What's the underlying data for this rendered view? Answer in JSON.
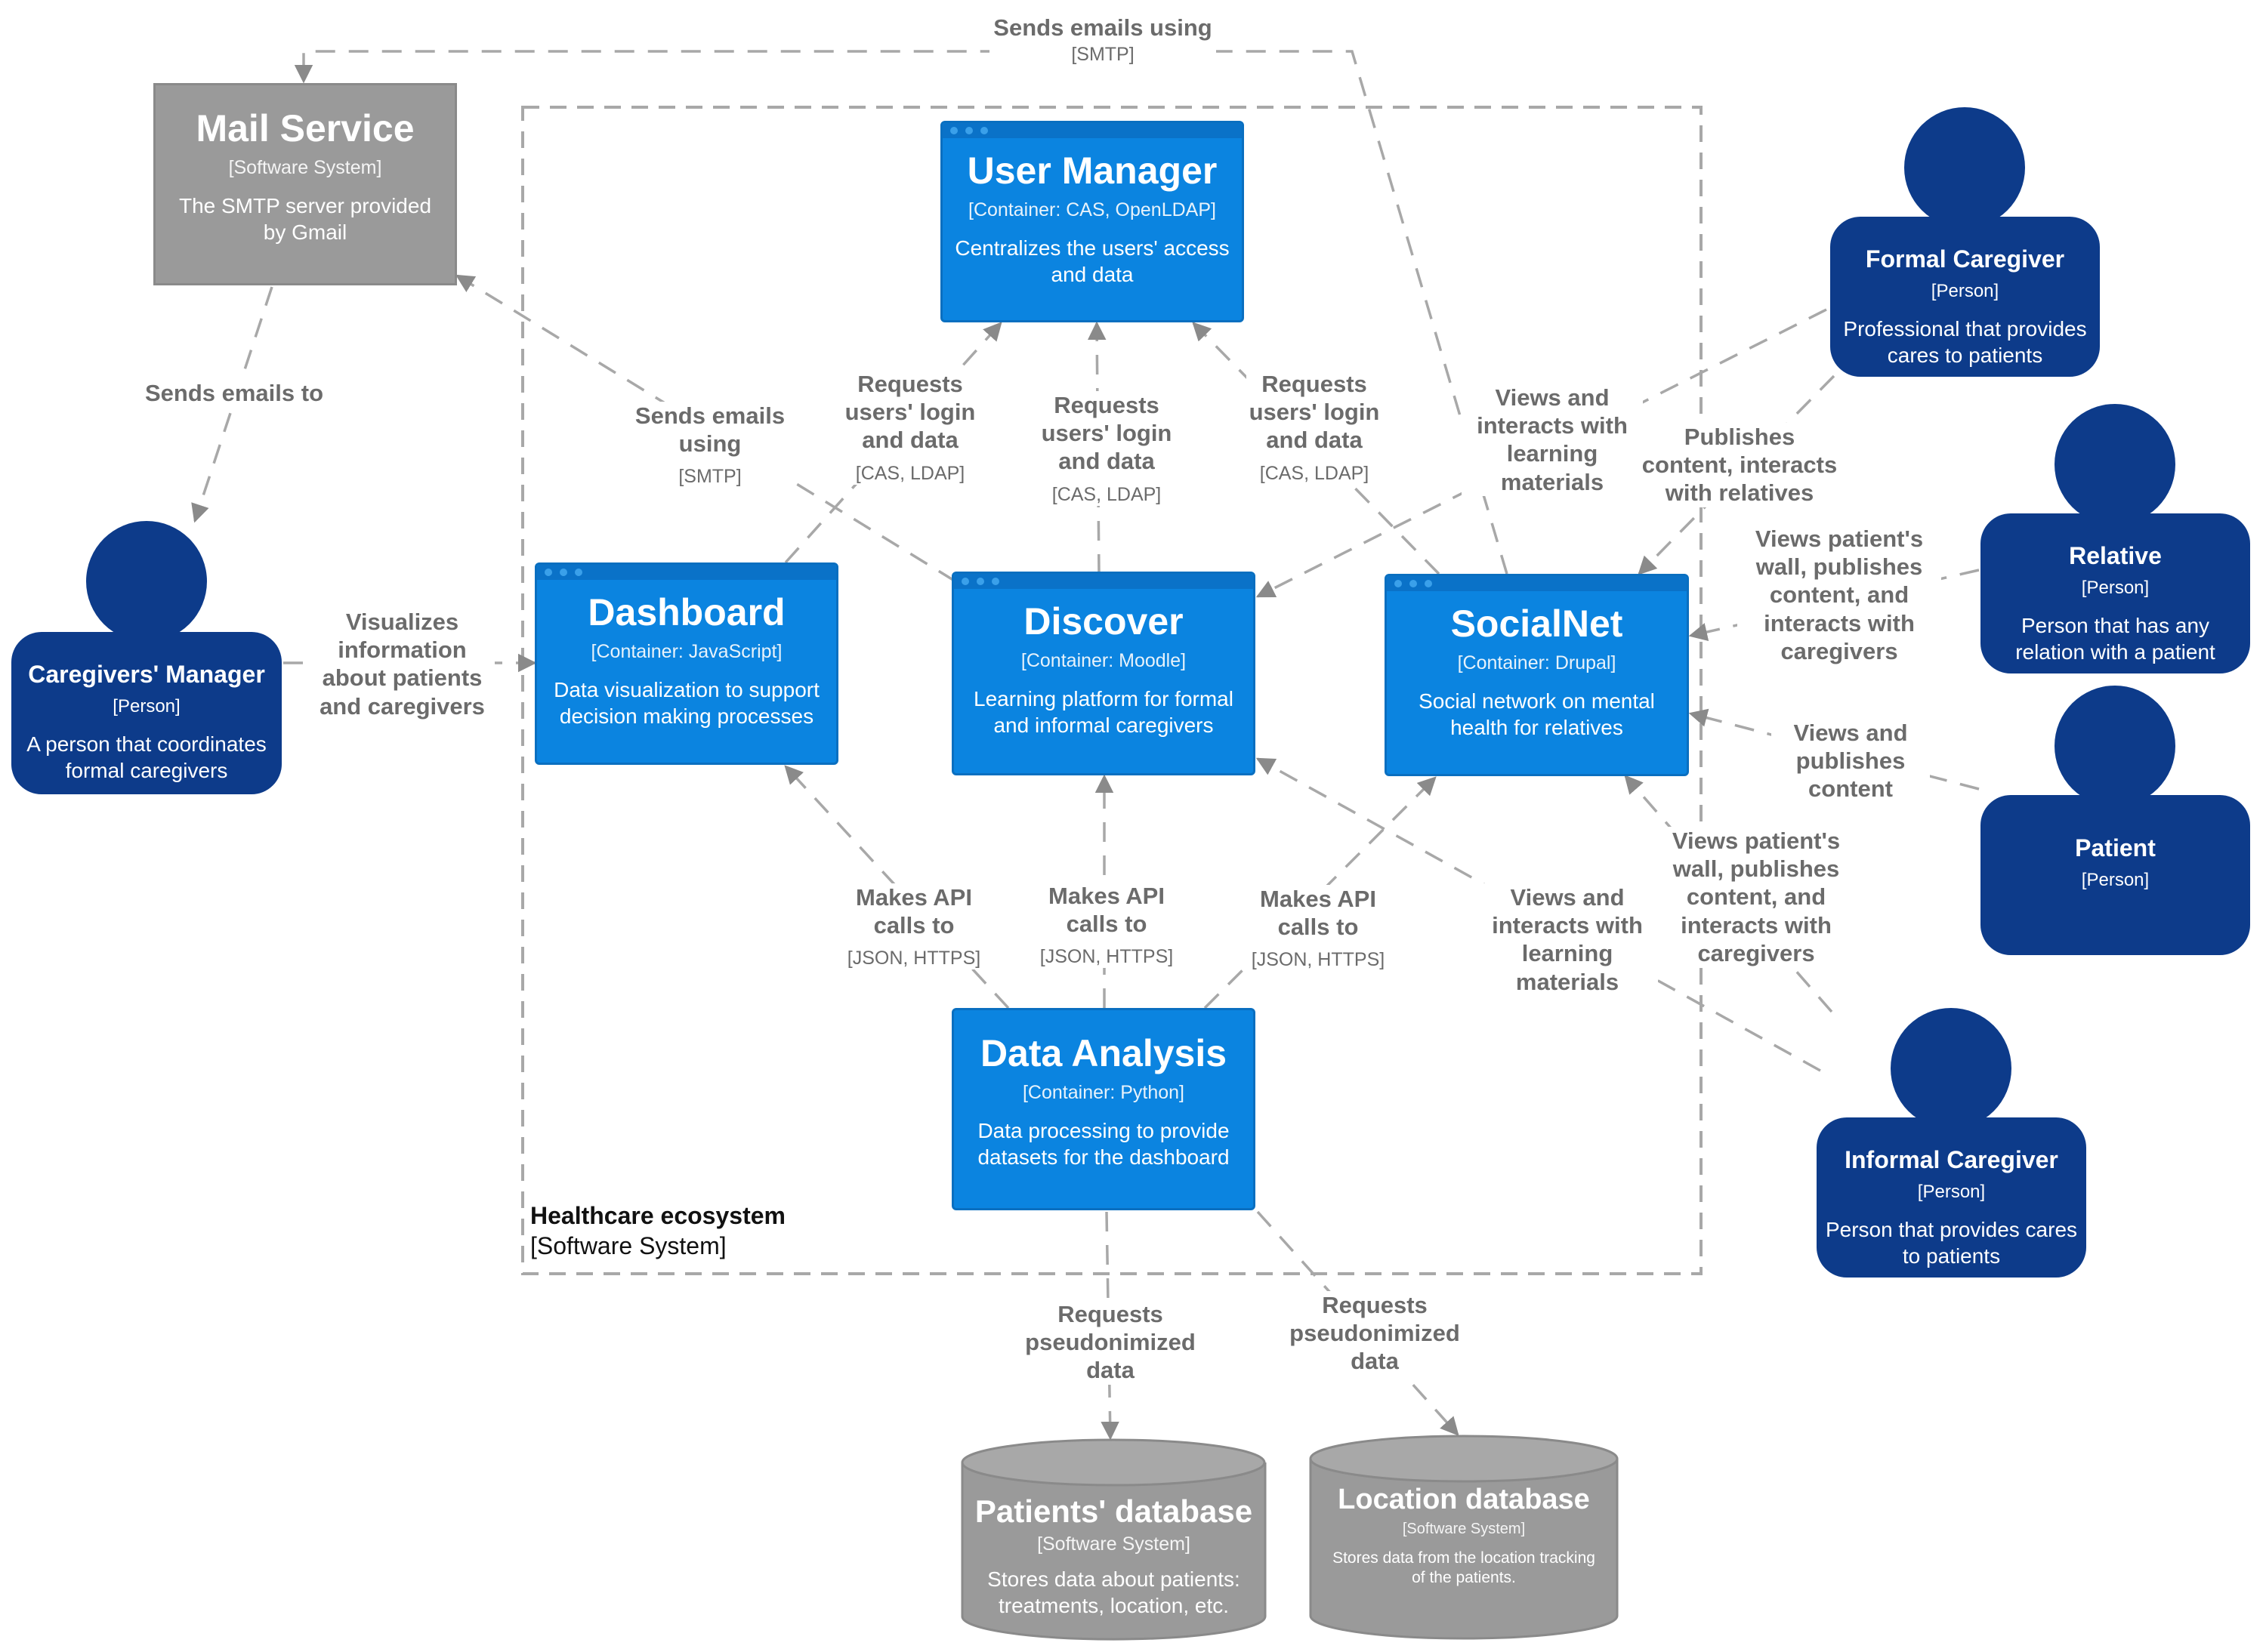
{
  "colors": {
    "container": "#0b84e0",
    "person": "#0d3b8a",
    "external": "#9a9a9a",
    "line": "#a8a8a8",
    "label": "#6b6b6b"
  },
  "boundary": {
    "name": "Healthcare ecosystem",
    "type": "[Software System]"
  },
  "mail_service": {
    "name": "Mail Service",
    "type": "[Software System]",
    "desc": "The SMTP server provided by Gmail"
  },
  "containers": {
    "user_manager": {
      "name": "User Manager",
      "type": "[Container: CAS, OpenLDAP]",
      "desc": "Centralizes the users' access and data"
    },
    "dashboard": {
      "name": "Dashboard",
      "type": "[Container: JavaScript]",
      "desc": "Data visualization to support decision making processes"
    },
    "discover": {
      "name": "Discover",
      "type": "[Container: Moodle]",
      "desc": "Learning platform for formal and informal caregivers"
    },
    "socialnet": {
      "name": "SocialNet",
      "type": "[Container: Drupal]",
      "desc": "Social network on mental health for relatives"
    },
    "data_analysis": {
      "name": "Data Analysis",
      "type": "[Container: Python]",
      "desc": "Data processing to provide datasets for the dashboard"
    }
  },
  "persons": {
    "caregivers_manager": {
      "name": "Caregivers' Manager",
      "type": "[Person]",
      "desc": "A person that coordinates formal caregivers"
    },
    "formal_caregiver": {
      "name": "Formal Caregiver",
      "type": "[Person]",
      "desc": "Professional that provides cares to patients"
    },
    "relative": {
      "name": "Relative",
      "type": "[Person]",
      "desc": "Person that has any relation with a patient"
    },
    "patient": {
      "name": "Patient",
      "type": "[Person]",
      "desc": ""
    },
    "informal_caregiver": {
      "name": "Informal Caregiver",
      "type": "[Person]",
      "desc": "Person that provides cares to patients"
    }
  },
  "databases": {
    "patients_db": {
      "name": "Patients' database",
      "type": "[Software System]",
      "desc": "Stores data about patients: treatments, location, etc."
    },
    "location_db": {
      "name": "Location database",
      "type": "[Software System]",
      "desc": "Stores data from the location tracking of the patients."
    }
  },
  "relations": {
    "mail_top": {
      "text": "Sends emails using",
      "tech": "[SMTP]"
    },
    "sends_to": {
      "text": "Sends emails to",
      "tech": ""
    },
    "discover_mail": {
      "text": "Sends emails using",
      "tech": "[SMTP]"
    },
    "visualizes": {
      "text": "Visualizes information about patients and caregivers",
      "tech": ""
    },
    "req_dash": {
      "text": "Requests users' login and data",
      "tech": "[CAS, LDAP]"
    },
    "req_disc": {
      "text": "Requests users' login and data",
      "tech": "[CAS, LDAP]"
    },
    "req_social": {
      "text": "Requests users' login and data",
      "tech": "[CAS, LDAP]"
    },
    "formal_views": {
      "text": "Views and interacts with learning materials",
      "tech": ""
    },
    "formal_publishes": {
      "text": "Publishes content, interacts with relatives",
      "tech": ""
    },
    "relative_views": {
      "text": "Views patient's wall, publishes content, and interacts with caregivers",
      "tech": ""
    },
    "patient_views": {
      "text": "Views and publishes content",
      "tech": ""
    },
    "informal_wall": {
      "text": "Views patient's wall, publishes content, and interacts with caregivers",
      "tech": ""
    },
    "informal_views": {
      "text": "Views and interacts with learning materials",
      "tech": ""
    },
    "api_dash": {
      "text": "Makes API calls to",
      "tech": "[JSON, HTTPS]"
    },
    "api_disc": {
      "text": "Makes API calls to",
      "tech": "[JSON, HTTPS]"
    },
    "api_social": {
      "text": "Makes API calls to",
      "tech": "[JSON, HTTPS]"
    },
    "pseudo_patients": {
      "text": "Requests pseudonimized data",
      "tech": ""
    },
    "pseudo_location": {
      "text": "Requests pseudonimized data",
      "tech": ""
    }
  }
}
